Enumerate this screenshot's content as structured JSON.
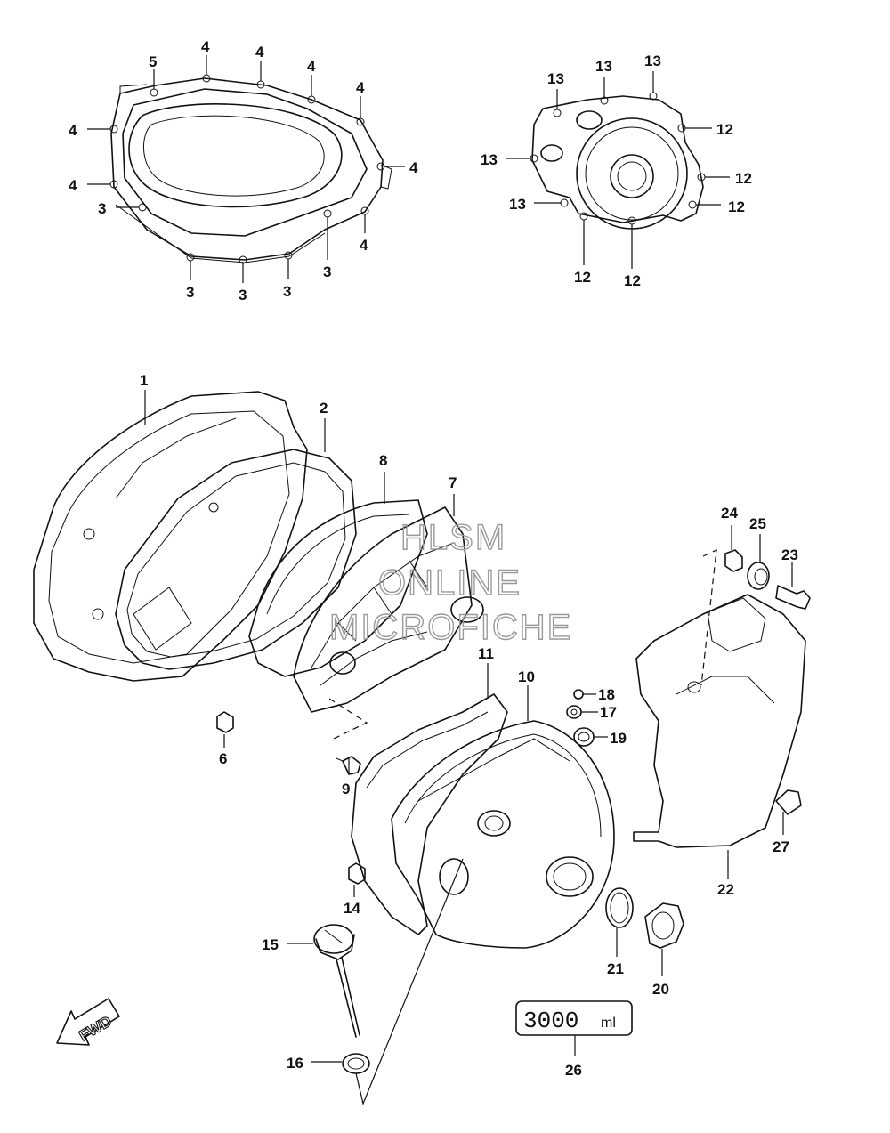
{
  "watermark": {
    "line1": "HLSM",
    "line2": "ONLINE",
    "line3": "MICROFICHE"
  },
  "fwd_label": "FWD",
  "mileage_label": {
    "value": "3000",
    "unit": "ml"
  },
  "callouts": {
    "c1": "1",
    "c2": "2",
    "c3a": "3",
    "c3b": "3",
    "c3c": "3",
    "c3d": "3",
    "c3e": "3",
    "c4a": "4",
    "c4b": "4",
    "c4c": "4",
    "c4d": "4",
    "c4e": "4",
    "c4f": "4",
    "c4g": "4",
    "c4h": "4",
    "c5": "5",
    "c6": "6",
    "c7": "7",
    "c8": "8",
    "c9": "9",
    "c10": "10",
    "c11": "11",
    "c12a": "12",
    "c12b": "12",
    "c12c": "12",
    "c12d": "12",
    "c12e": "12",
    "c13a": "13",
    "c13b": "13",
    "c13c": "13",
    "c13d": "13",
    "c13e": "13",
    "c14": "14",
    "c15": "15",
    "c16": "16",
    "c17": "17",
    "c18": "18",
    "c19": "19",
    "c20": "20",
    "c21": "21",
    "c22": "22",
    "c23": "23",
    "c24": "24",
    "c25": "25",
    "c26": "26",
    "c27": "27"
  }
}
